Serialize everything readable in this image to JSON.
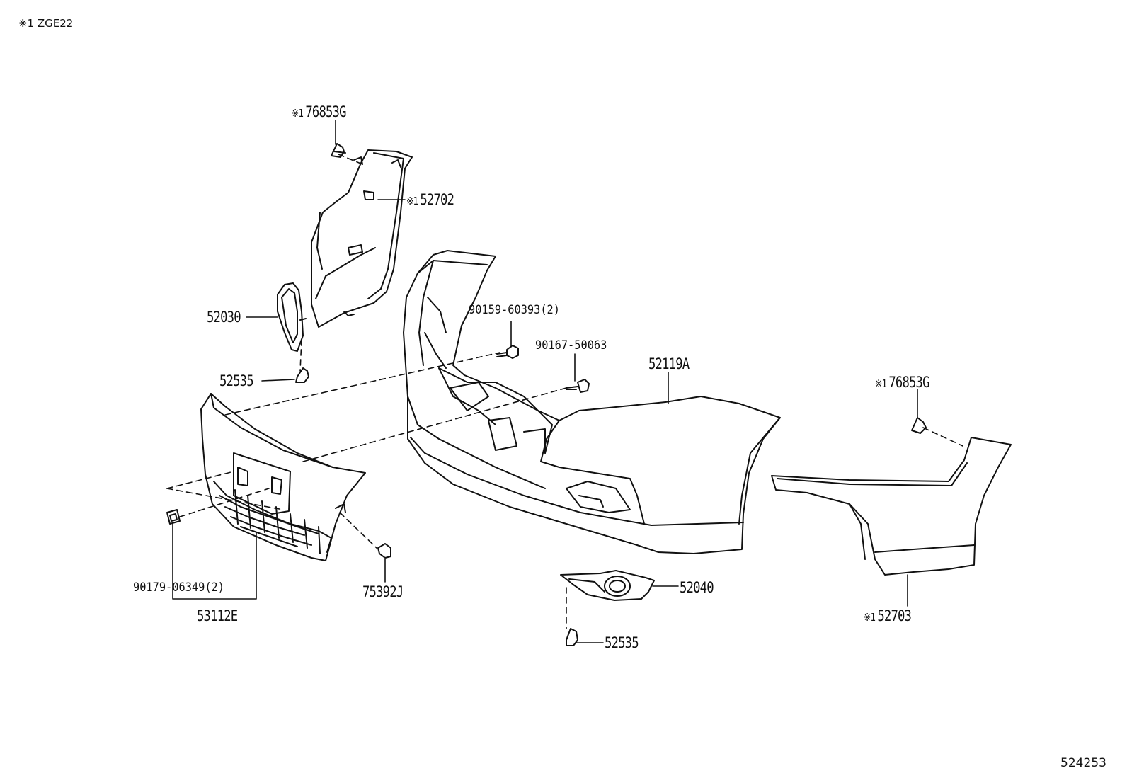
{
  "header": {
    "variant_note": "※1 ZGE22"
  },
  "footer": {
    "illustration_number": "524253"
  },
  "callouts": [
    {
      "id": "c1",
      "mark": "※1",
      "part": "76853G"
    },
    {
      "id": "c2",
      "mark": "※1",
      "part": "52702"
    },
    {
      "id": "c3",
      "mark": "",
      "part": "52030"
    },
    {
      "id": "c4",
      "mark": "",
      "part": "52535"
    },
    {
      "id": "c5",
      "mark": "",
      "part": "90159-60393(2)"
    },
    {
      "id": "c6",
      "mark": "",
      "part": "90167-50063"
    },
    {
      "id": "c7",
      "mark": "",
      "part": "52119A"
    },
    {
      "id": "c8",
      "mark": "※1",
      "part": "76853G"
    },
    {
      "id": "c9",
      "mark": "",
      "part": "90179-06349(2)"
    },
    {
      "id": "c10",
      "mark": "",
      "part": "53112E"
    },
    {
      "id": "c11",
      "mark": "",
      "part": "75392J"
    },
    {
      "id": "c12",
      "mark": "",
      "part": "52040"
    },
    {
      "id": "c13",
      "mark": "",
      "part": "52535"
    },
    {
      "id": "c14",
      "mark": "※1",
      "part": "52703"
    }
  ]
}
